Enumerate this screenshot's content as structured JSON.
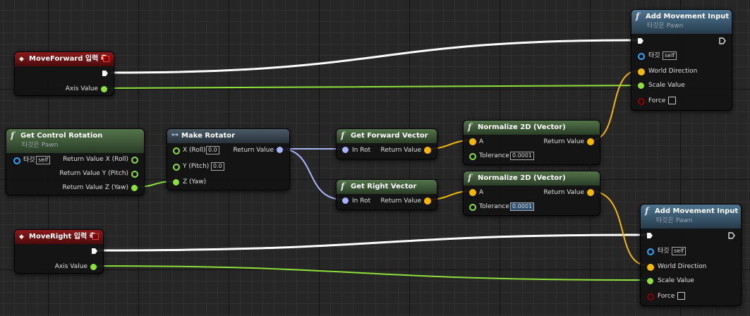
{
  "nodes": {
    "move_forward": {
      "title": "MoveForward 입력 축",
      "axis_value": "Axis Value"
    },
    "move_right": {
      "title": "MoveRight 입력 축",
      "axis_value": "Axis Value"
    },
    "get_control_rotation": {
      "title": "Get Control Rotation",
      "subtitle": "타깃은 Pawn",
      "target_label": "타깃",
      "target_value": "self",
      "ret_x": "Return Value X (Roll)",
      "ret_y": "Return Value Y (Pitch)",
      "ret_z": "Return Value Z (Yaw)"
    },
    "make_rotator": {
      "title": "Make Rotator",
      "x_label": "X (Roll)",
      "x_value": "0.0",
      "y_label": "Y (Pitch)",
      "y_value": "0.0",
      "z_label": "Z (Yaw)",
      "return_label": "Return Value"
    },
    "get_forward_vector": {
      "title": "Get Forward Vector",
      "in_label": "In Rot",
      "return_label": "Return Value"
    },
    "get_right_vector": {
      "title": "Get Right Vector",
      "in_label": "In Rot",
      "return_label": "Return Value"
    },
    "normalize_1": {
      "title": "Normalize 2D (Vector)",
      "a_label": "A",
      "tol_label": "Tolerance",
      "tol_value": "0.0001",
      "return_label": "Return Value"
    },
    "normalize_2": {
      "title": "Normalize 2D (Vector)",
      "a_label": "A",
      "tol_label": "Tolerance",
      "tol_value": "0.0001",
      "return_label": "Return Value"
    },
    "add_movement_1": {
      "title": "Add Movement Input",
      "subtitle": "타깃은 Pawn",
      "target_label": "타깃",
      "target_value": "self",
      "world_direction": "World Direction",
      "scale_value": "Scale Value",
      "force": "Force"
    },
    "add_movement_2": {
      "title": "Add Movement Input",
      "subtitle": "타깃은 Pawn",
      "target_label": "타깃",
      "target_value": "self",
      "world_direction": "World Direction",
      "scale_value": "Scale Value",
      "force": "Force"
    }
  },
  "colors": {
    "exec_wire": "#ffffff",
    "float_wire": "#8de03a",
    "vector_wire": "#f5b800",
    "rotator_wire": "#a9b3ff",
    "input_event_header": "#8c1a1a",
    "function_header": "#53744a",
    "movement_header": "#4e7591"
  },
  "icons": {
    "function": "function-f-icon",
    "event": "event-diamond-icon",
    "make_struct": "make-struct-icon"
  }
}
